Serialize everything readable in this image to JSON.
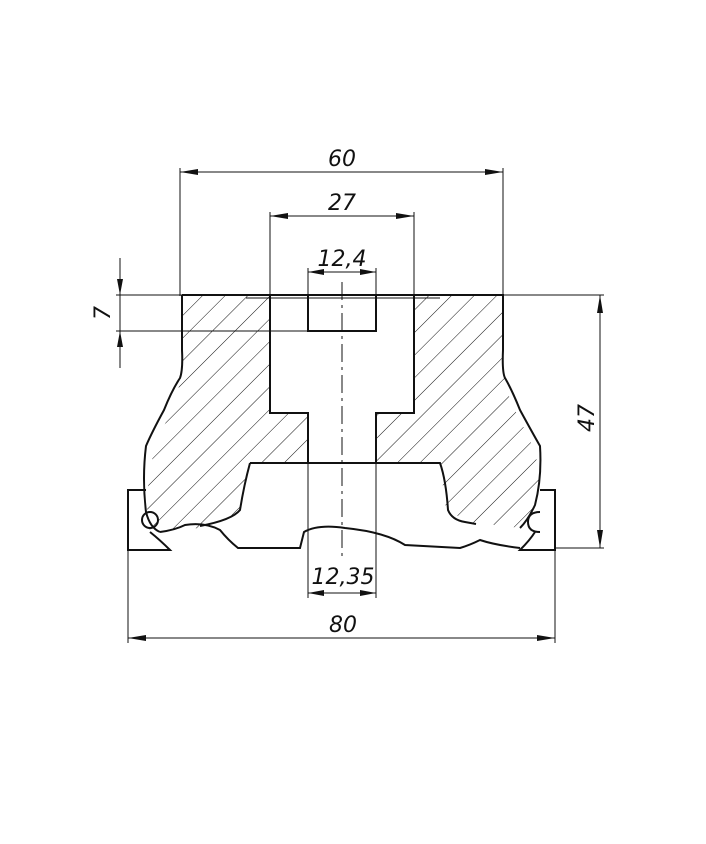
{
  "drawing": {
    "dimensions": {
      "overall_top_width": "60",
      "bore_width": "27",
      "keyway_width": "12,4",
      "keyway_depth": "7",
      "total_height": "47",
      "bottom_slot_width": "12,35",
      "overall_cutter_diameter": "80"
    }
  }
}
